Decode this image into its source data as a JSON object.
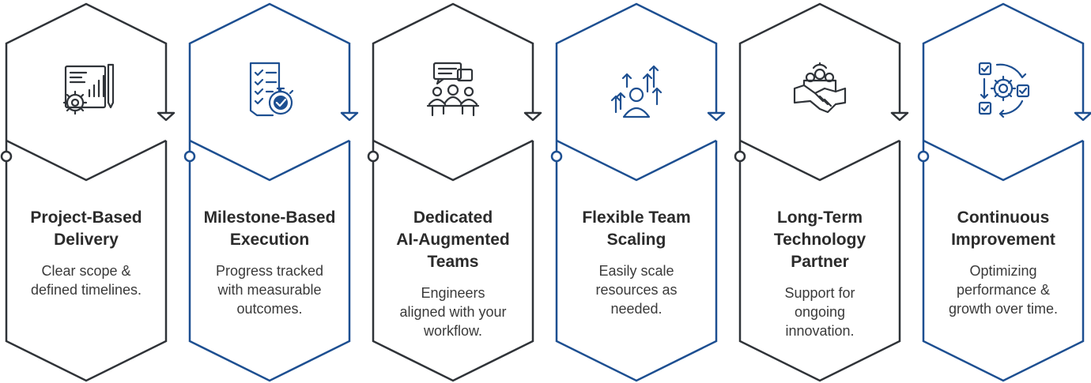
{
  "cards": [
    {
      "title": "Project-Based Delivery",
      "title_lines": [
        "Project-Based",
        "Delivery"
      ],
      "desc_lines": [
        "Clear scope &",
        "defined timelines."
      ],
      "icon": "blueprint-gear-chart-icon",
      "color": "#2f3338"
    },
    {
      "title": "Milestone-Based Execution",
      "title_lines": [
        "Milestone-Based",
        "Execution"
      ],
      "desc_lines": [
        "Progress tracked",
        "with measurable",
        "outcomes."
      ],
      "icon": "checklist-stopwatch-icon",
      "color": "#1d4f91"
    },
    {
      "title": "Dedicated AI-Augmented Teams",
      "title_lines": [
        "Dedicated",
        "AI-Augmented",
        "Teams"
      ],
      "desc_lines": [
        "Engineers",
        "aligned with your",
        "workflow."
      ],
      "icon": "team-meeting-chat-icon",
      "color": "#2f3338"
    },
    {
      "title": "Flexible Team Scaling",
      "title_lines": [
        "Flexible Team",
        "Scaling"
      ],
      "desc_lines": [
        "Easily scale",
        "resources as",
        "needed."
      ],
      "icon": "person-growth-arrows-icon",
      "color": "#1d4f91"
    },
    {
      "title": "Long-Term Technology Partner",
      "title_lines": [
        "Long-Term",
        "Technology",
        "Partner"
      ],
      "desc_lines": [
        "Support for",
        "ongoing",
        "innovation."
      ],
      "icon": "handshake-team-gear-icon",
      "color": "#2f3338"
    },
    {
      "title": "Continuous Improvement",
      "title_lines": [
        "Continuous",
        "Improvement"
      ],
      "desc_lines": [
        "Optimizing",
        "performance &",
        "growth over time."
      ],
      "icon": "gear-cycle-checkboxes-icon",
      "color": "#1d4f91"
    }
  ],
  "colors": {
    "dark": "#2f3338",
    "blue": "#1d4f91",
    "text": "#2b2b2b"
  }
}
